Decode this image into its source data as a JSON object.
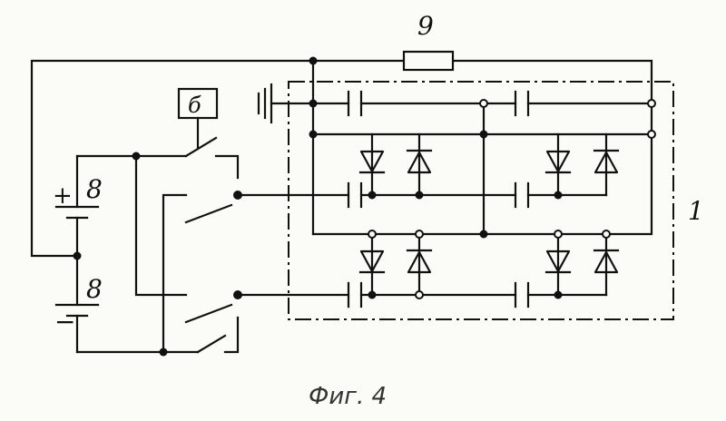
{
  "labels": {
    "resistor": "9",
    "controller": "б",
    "battery_top": "8",
    "battery_bottom": "8",
    "plus": "+",
    "minus": "−",
    "block": "1"
  },
  "caption": "Фиг. 4"
}
